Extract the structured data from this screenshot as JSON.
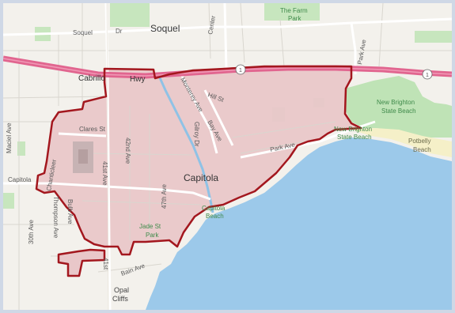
{
  "map": {
    "towns": {
      "soquel": "Soquel",
      "capitola": "Capitola"
    },
    "parks": {
      "the_farm_line1": "The Farm",
      "the_farm_line2": "Park",
      "new_brighton_park_line1": "New Brighton",
      "new_brighton_park_line2": "State Beach",
      "jade_st_line1": "Jade St",
      "jade_st_line2": "Park"
    },
    "beaches": {
      "new_brighton_line1": "New Brighton",
      "new_brighton_line2": "State Beach",
      "potbelly_line1": "Potbelly",
      "potbelly_line2": "Beach",
      "capitola_line1": "Capitola",
      "capitola_line2": "Beach"
    },
    "places": {
      "opal_cliffs_line1": "Opal",
      "opal_cliffs_line2": "Cliffs"
    },
    "highway": {
      "name_part1": "Cabrillo",
      "name_part2": "Hwy",
      "shield_number": "1"
    },
    "roads": {
      "soquel_dr_a": "Soquel",
      "soquel_dr_b": "Dr",
      "center": "Center",
      "park_ave_ne": "Park Ave",
      "hill_st": "Hill St",
      "clares_st": "Clares St",
      "ave_41st": "41st Ave",
      "ave_42nd": "42nd Ave",
      "ave_47th": "47th Ave",
      "monterey_ave": "Monterey Ave",
      "bay_ave": "Bay Ave",
      "gilroy_dr": "Gilroy Dr",
      "park_ave": "Park Ave",
      "maciel_ave": "Maciel Ave",
      "capitola_rd": "Capitola",
      "chanticleer": "Chanticleer",
      "thompson_ave": "Thompson Ave",
      "bulb_ave": "Bulb Ave",
      "ave_30th": "30th Ave",
      "bain_ave": "Bain Ave",
      "ave_41st_south": "41st"
    },
    "colors": {
      "water": "#9cc9ea",
      "land": "#f3f1ec",
      "park": "#bfe3b6",
      "city_fill": "#e9c7c9",
      "city_boundary": "#a3171e",
      "highway": "#e1658f",
      "beach": "#f5f0c8"
    }
  }
}
